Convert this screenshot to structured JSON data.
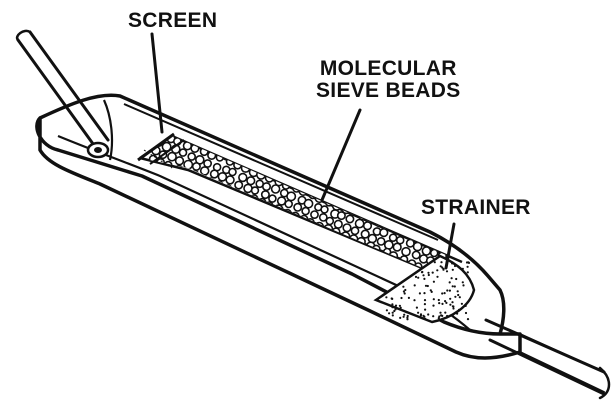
{
  "diagram": {
    "labels": {
      "screen": "SCREEN",
      "sieve_line1": "MOLECULAR",
      "sieve_line2": "SIEVE BEADS",
      "strainer": "STRAINER"
    }
  }
}
